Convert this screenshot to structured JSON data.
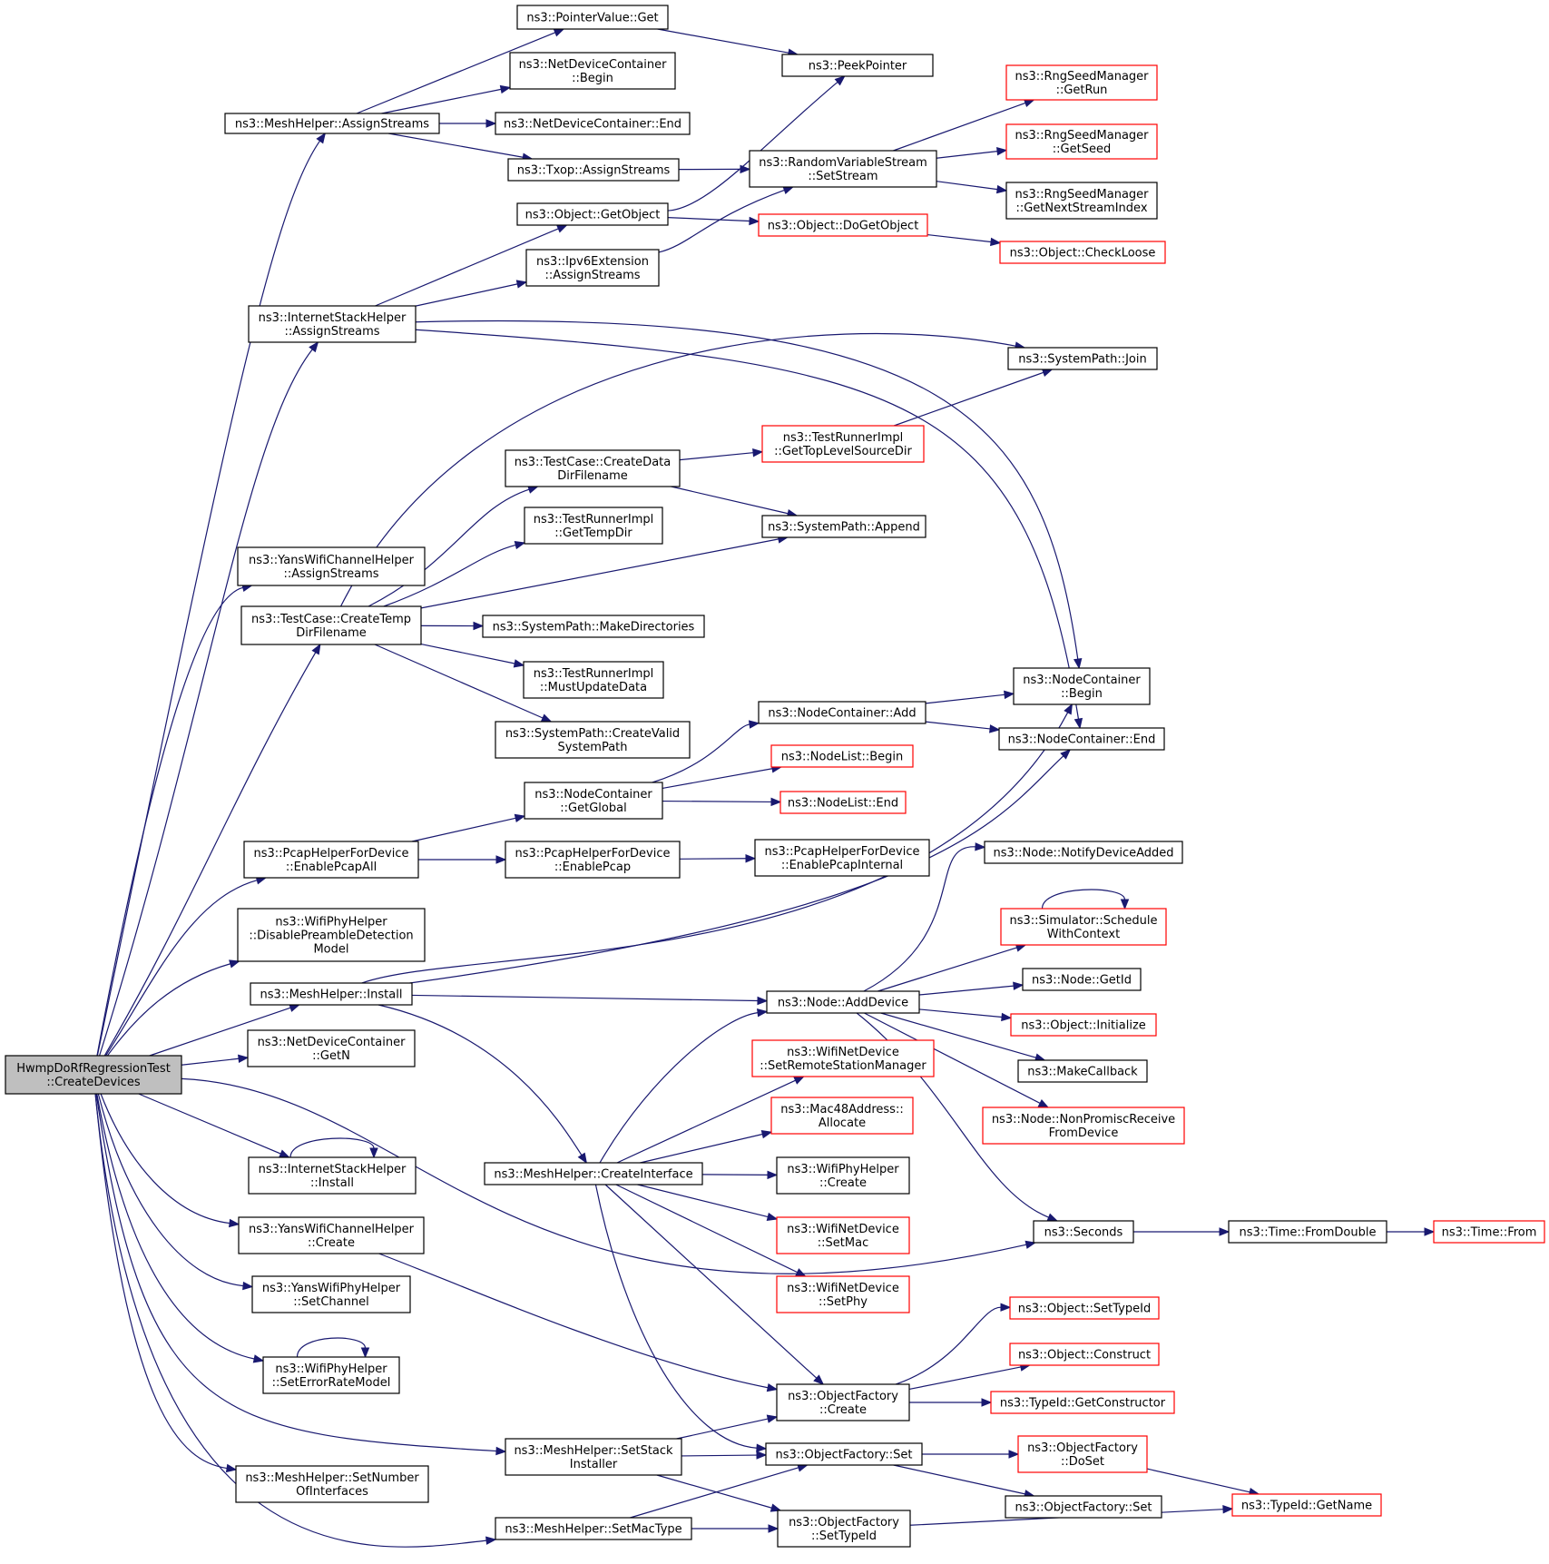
{
  "colors": {
    "edge": "#191970",
    "border_normal": "#000000",
    "border_truncated": "#ff0000",
    "root_fill": "#bfbfbf",
    "node_fill": "#ffffff"
  },
  "nodes": [
    {
      "id": "root",
      "label": [
        "HwmpDoRfRegressionTest",
        "::CreateDevices"
      ],
      "style": "root"
    },
    {
      "id": "mh_assign",
      "label": [
        "ns3::MeshHelper::AssignStreams"
      ],
      "style": "normal"
    },
    {
      "id": "ptr_get",
      "label": [
        "ns3::PointerValue::Get"
      ],
      "style": "normal"
    },
    {
      "id": "ndc_begin",
      "label": [
        "ns3::NetDeviceContainer",
        "::Begin"
      ],
      "style": "normal"
    },
    {
      "id": "ndc_end",
      "label": [
        "ns3::NetDeviceContainer::End"
      ],
      "style": "normal"
    },
    {
      "id": "txop_assign",
      "label": [
        "ns3::Txop::AssignStreams"
      ],
      "style": "normal"
    },
    {
      "id": "peek",
      "label": [
        "ns3::PeekPointer"
      ],
      "style": "normal"
    },
    {
      "id": "rvs_set",
      "label": [
        "ns3::RandomVariableStream",
        "::SetStream"
      ],
      "style": "normal"
    },
    {
      "id": "rng_run",
      "label": [
        "ns3::RngSeedManager",
        "::GetRun"
      ],
      "style": "truncated"
    },
    {
      "id": "rng_seed",
      "label": [
        "ns3::RngSeedManager",
        "::GetSeed"
      ],
      "style": "truncated"
    },
    {
      "id": "rng_next",
      "label": [
        "ns3::RngSeedManager",
        "::GetNextStreamIndex"
      ],
      "style": "normal"
    },
    {
      "id": "obj_get",
      "label": [
        "ns3::Object::GetObject"
      ],
      "style": "normal"
    },
    {
      "id": "obj_doget",
      "label": [
        "ns3::Object::DoGetObject"
      ],
      "style": "truncated"
    },
    {
      "id": "obj_check",
      "label": [
        "ns3::Object::CheckLoose"
      ],
      "style": "truncated"
    },
    {
      "id": "ipv6_assign",
      "label": [
        "ns3::Ipv6Extension",
        "::AssignStreams"
      ],
      "style": "normal"
    },
    {
      "id": "ish_assign",
      "label": [
        "ns3::InternetStackHelper",
        "::AssignStreams"
      ],
      "style": "normal"
    },
    {
      "id": "sp_join",
      "label": [
        "ns3::SystemPath::Join"
      ],
      "style": "normal"
    },
    {
      "id": "tri_toplevel",
      "label": [
        "ns3::TestRunnerImpl",
        "::GetTopLevelSourceDir"
      ],
      "style": "truncated"
    },
    {
      "id": "tc_data",
      "label": [
        "ns3::TestCase::CreateData",
        "DirFilename"
      ],
      "style": "normal"
    },
    {
      "id": "tri_tempdir",
      "label": [
        "ns3::TestRunnerImpl",
        "::GetTempDir"
      ],
      "style": "normal"
    },
    {
      "id": "sp_append",
      "label": [
        "ns3::SystemPath::Append"
      ],
      "style": "normal"
    },
    {
      "id": "ywch_assign",
      "label": [
        "ns3::YansWifiChannelHelper",
        "::AssignStreams"
      ],
      "style": "normal"
    },
    {
      "id": "tc_temp",
      "label": [
        "ns3::TestCase::CreateTemp",
        "DirFilename"
      ],
      "style": "normal"
    },
    {
      "id": "sp_mkdirs",
      "label": [
        "ns3::SystemPath::MakeDirectories"
      ],
      "style": "normal"
    },
    {
      "id": "tri_must",
      "label": [
        "ns3::TestRunnerImpl",
        "::MustUpdateData"
      ],
      "style": "normal"
    },
    {
      "id": "sp_valid",
      "label": [
        "ns3::SystemPath::CreateValid",
        "SystemPath"
      ],
      "style": "normal"
    },
    {
      "id": "nc_begin",
      "label": [
        "ns3::NodeContainer",
        "::Begin"
      ],
      "style": "normal"
    },
    {
      "id": "nc_add",
      "label": [
        "ns3::NodeContainer::Add"
      ],
      "style": "normal"
    },
    {
      "id": "nc_end",
      "label": [
        "ns3::NodeContainer::End"
      ],
      "style": "normal"
    },
    {
      "id": "nl_begin",
      "label": [
        "ns3::NodeList::Begin"
      ],
      "style": "truncated"
    },
    {
      "id": "nc_global",
      "label": [
        "ns3::NodeContainer",
        "::GetGlobal"
      ],
      "style": "normal"
    },
    {
      "id": "nl_end",
      "label": [
        "ns3::NodeList::End"
      ],
      "style": "truncated"
    },
    {
      "id": "phfd_all",
      "label": [
        "ns3::PcapHelperForDevice",
        "::EnablePcapAll"
      ],
      "style": "normal"
    },
    {
      "id": "phfd_pcap",
      "label": [
        "ns3::PcapHelperForDevice",
        "::EnablePcap"
      ],
      "style": "normal"
    },
    {
      "id": "phfd_int",
      "label": [
        "ns3::PcapHelperForDevice",
        "::EnablePcapInternal"
      ],
      "style": "normal"
    },
    {
      "id": "node_notify",
      "label": [
        "ns3::Node::NotifyDeviceAdded"
      ],
      "style": "normal"
    },
    {
      "id": "wph_disable",
      "label": [
        "ns3::WifiPhyHelper",
        "::DisablePreambleDetection",
        "Model"
      ],
      "style": "normal"
    },
    {
      "id": "sim_sched",
      "label": [
        "ns3::Simulator::Schedule",
        "WithContext"
      ],
      "style": "truncated"
    },
    {
      "id": "mh_install",
      "label": [
        "ns3::MeshHelper::Install"
      ],
      "style": "normal"
    },
    {
      "id": "node_add",
      "label": [
        "ns3::Node::AddDevice"
      ],
      "style": "normal"
    },
    {
      "id": "node_getid",
      "label": [
        "ns3::Node::GetId"
      ],
      "style": "normal"
    },
    {
      "id": "obj_init",
      "label": [
        "ns3::Object::Initialize"
      ],
      "style": "truncated"
    },
    {
      "id": "ndc_getn",
      "label": [
        "ns3::NetDeviceContainer",
        "::GetN"
      ],
      "style": "normal"
    },
    {
      "id": "wnd_rsm",
      "label": [
        "ns3::WifiNetDevice",
        "::SetRemoteStationManager"
      ],
      "style": "truncated"
    },
    {
      "id": "make_cb",
      "label": [
        "ns3::MakeCallback"
      ],
      "style": "normal"
    },
    {
      "id": "mac48",
      "label": [
        "ns3::Mac48Address::",
        "Allocate"
      ],
      "style": "truncated"
    },
    {
      "id": "node_npr",
      "label": [
        "ns3::Node::NonPromiscReceive",
        "FromDevice"
      ],
      "style": "truncated"
    },
    {
      "id": "ish_install",
      "label": [
        "ns3::InternetStackHelper",
        "::Install"
      ],
      "style": "normal"
    },
    {
      "id": "mh_ci",
      "label": [
        "ns3::MeshHelper::CreateInterface"
      ],
      "style": "normal"
    },
    {
      "id": "wph_create",
      "label": [
        "ns3::WifiPhyHelper",
        "::Create"
      ],
      "style": "normal"
    },
    {
      "id": "ywch_create",
      "label": [
        "ns3::YansWifiChannelHelper",
        "::Create"
      ],
      "style": "normal"
    },
    {
      "id": "wnd_mac",
      "label": [
        "ns3::WifiNetDevice",
        "::SetMac"
      ],
      "style": "truncated"
    },
    {
      "id": "seconds",
      "label": [
        "ns3::Seconds"
      ],
      "style": "normal"
    },
    {
      "id": "time_fd",
      "label": [
        "ns3::Time::FromDouble"
      ],
      "style": "normal"
    },
    {
      "id": "time_from",
      "label": [
        "ns3::Time::From"
      ],
      "style": "truncated"
    },
    {
      "id": "ywph_chan",
      "label": [
        "ns3::YansWifiPhyHelper",
        "::SetChannel"
      ],
      "style": "normal"
    },
    {
      "id": "wnd_phy",
      "label": [
        "ns3::WifiNetDevice",
        "::SetPhy"
      ],
      "style": "truncated"
    },
    {
      "id": "obj_settid",
      "label": [
        "ns3::Object::SetTypeId"
      ],
      "style": "truncated"
    },
    {
      "id": "obj_construct",
      "label": [
        "ns3::Object::Construct"
      ],
      "style": "truncated"
    },
    {
      "id": "wph_erm",
      "label": [
        "ns3::WifiPhyHelper",
        "::SetErrorRateModel"
      ],
      "style": "normal"
    },
    {
      "id": "of_create",
      "label": [
        "ns3::ObjectFactory",
        "::Create"
      ],
      "style": "normal"
    },
    {
      "id": "tid_ctor",
      "label": [
        "ns3::TypeId::GetConstructor"
      ],
      "style": "truncated"
    },
    {
      "id": "mh_stack",
      "label": [
        "ns3::MeshHelper::SetStack",
        "Installer"
      ],
      "style": "normal"
    },
    {
      "id": "of_set",
      "label": [
        "ns3::ObjectFactory::Set"
      ],
      "style": "normal"
    },
    {
      "id": "of_doset",
      "label": [
        "ns3::ObjectFactory",
        "::DoSet"
      ],
      "style": "truncated"
    },
    {
      "id": "mh_numif",
      "label": [
        "ns3::MeshHelper::SetNumber",
        "OfInterfaces"
      ],
      "style": "normal"
    },
    {
      "id": "of_set2",
      "label": [
        "ns3::ObjectFactory::Set"
      ],
      "style": "normal"
    },
    {
      "id": "tid_name",
      "label": [
        "ns3::TypeId::GetName"
      ],
      "style": "truncated"
    },
    {
      "id": "mh_mac",
      "label": [
        "ns3::MeshHelper::SetMacType"
      ],
      "style": "normal"
    },
    {
      "id": "of_settid",
      "label": [
        "ns3::ObjectFactory",
        "::SetTypeId"
      ],
      "style": "normal"
    }
  ]
}
